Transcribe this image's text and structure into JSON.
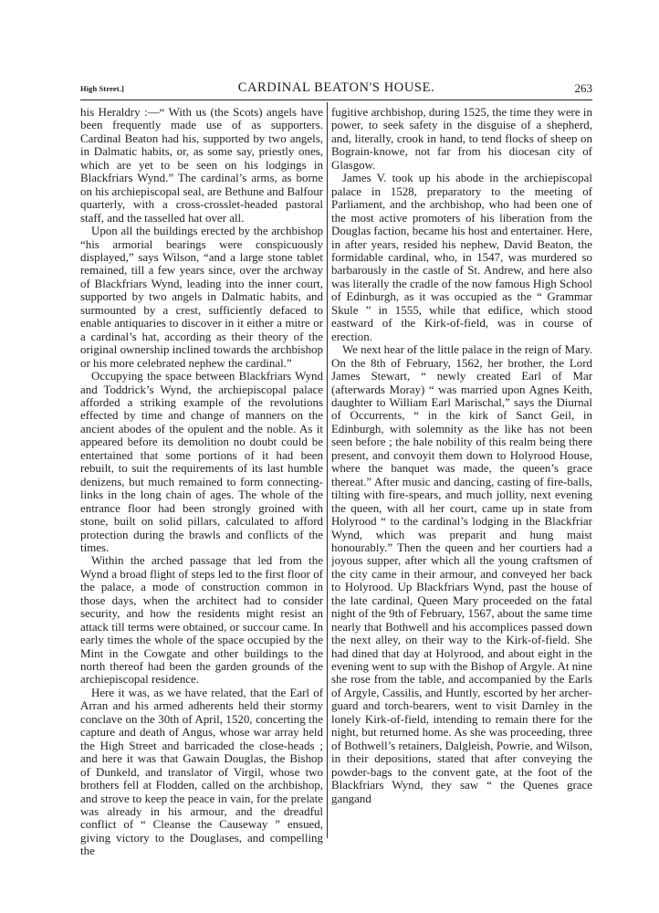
{
  "header": {
    "section": "High Street.]",
    "title": "CARDINAL BEATON'S HOUSE.",
    "page_number": "263"
  },
  "left_column": {
    "paragraphs": [
      "his Heraldry :—“ With us (the Scots) angels have been frequently made use of as supporters. Cardinal Beaton had his, supported by two angels, in Dalmatic habits, or, as some say, priestly ones, which are yet to be seen on his lodgings in Blackfriars Wynd.” The cardinal’s arms, as borne on his archiepiscopal seal, are Bethune and Balfour quarterly, with a cross-crosslet-headed pastoral staff, and the tasselled hat over all.",
      "Upon all the buildings erected by the archbishop “his armorial bearings were conspicuously displayed,” says Wilson, “and a large stone tablet remained, till a few years since, over the archway of Blackfriars Wynd, leading into the inner court, supported by two angels in Dalmatic habits, and surmounted by a crest, sufficiently defaced to enable antiquaries to discover in it either a mitre or a cardinal’s hat, according as their theory of the original ownership inclined towards the archbishop or his more celebrated nephew the cardinal.”",
      "Occupying the space between Blackfriars Wynd and Toddrick’s Wynd, the archiepiscopal palace afforded a striking example of the revolutions effected by time and change of manners on the ancient abodes of the opulent and the noble. As it appeared before its demolition no doubt could be entertained that some portions of it had been rebuilt, to suit the requirements of its last humble denizens, but much remained to form connecting-links in the long chain of ages. The whole of the entrance floor had been strongly groined with stone, built on solid pillars, calculated to afford protection during the brawls and conflicts of the times.",
      "Within the arched passage that led from the Wynd a broad flight of steps led to the first floor of the palace, a mode of construction common in those days, when the architect had to consider security, and how the residents might resist an attack till terms were obtained, or succour came. In early times the whole of the space occupied by the Mint in the Cowgate and other buildings to the north thereof had been the garden grounds of the archiepiscopal residence.",
      "Here it was, as we have related, that the Earl of Arran and his armed adherents held their stormy conclave on the 30th of April, 1520, concerting the capture and death of Angus, whose war array held the High Street and barricaded the close-heads ; and here it was that Gawain Douglas, the Bishop of Dunkeld, and translator of Virgil, whose two brothers fell at Flodden, called on the archbishop, and strove to keep the peace in vain, for the prelate was already in his armour, and the dreadful conflict of “ Cleanse the Causeway ” ensued, giving victory to the Douglases, and compelling the"
    ]
  },
  "right_column": {
    "paragraphs": [
      "fugitive archbishop, during 1525, the time they were in power, to seek safety in the disguise of a shepherd, and, literally, crook in hand, to tend flocks of sheep on Bograin-knowe, not far from his diocesan city of Glasgow.",
      "James V. took up his abode in the archiepiscopal palace in 1528, preparatory to the meeting of Parliament, and the archbishop, who had been one of the most active promoters of his liberation from the Douglas faction, became his host and entertainer. Here, in after years, resided his nephew, David Beaton, the formidable cardinal, who, in 1547, was murdered so barbarously in the castle of St. Andrew, and here also was literally the cradle of the now famous High School of Edinburgh, as it was occupied as the “ Grammar Skule ” in 1555, while that edifice, which stood eastward of the Kirk-of-field, was in course of erection.",
      "We next hear of the little palace in the reign of Mary. On the 8th of February, 1562, her brother, the Lord James Stewart, “ newly created Earl of Mar (afterwards Moray) “ was married upon Agnes Keith, daughter to William Earl Marischal,” says the Diurnal of Occurrents, “ in the kirk of Sanct Geil, in Edinburgh, with solemnity as the like has not been seen before ; the hale nobility of this realm being there present, and convoyit them down to Holyrood House, where the banquet was made, the queen’s grace thereat.” After music and dancing, casting of fire-balls, tilting with fire-spears, and much jollity, next evening the queen, with all her court, came up in state from Holyrood “ to the cardinal’s lodging in the Blackfriar Wynd, which was preparit and hung maist honourably.” Then the queen and her courtiers had a joyous supper, after which all the young craftsmen of the city came in their armour, and conveyed her back to Holyrood. Up Blackfriars Wynd, past the house of the late cardinal, Queen Mary proceeded on the fatal night of the 9th of February, 1567, about the same time nearly that Bothwell and his accomplices passed down the next alley, on their way to the Kirk-of-field. She had dined that day at Holyrood, and about eight in the evening went to sup with the Bishop of Argyle. At nine she rose from the table, and accompanied by the Earls of Argyle, Cassilis, and Huntly, escorted by her archer-guard and torch-bearers, went to visit Darnley in the lonely Kirk-of-field, intending to remain there for the night, but returned home. As she was proceeding, three of Bothwell’s retainers, Dalgleish, Powrie, and Wilson, in their depositions, stated that after conveying the powder-bags to the convent gate, at the foot of the Blackfriars Wynd, they saw “ the Quenes grace gangand"
    ]
  }
}
